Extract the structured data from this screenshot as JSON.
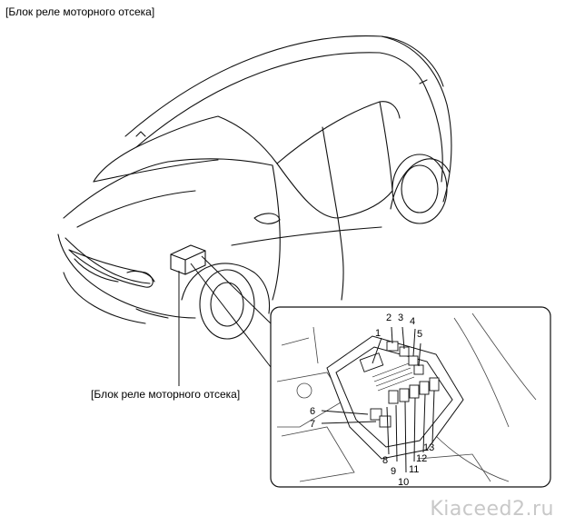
{
  "header": {
    "title": "[Блок реле моторного отсека]"
  },
  "callout": {
    "label": "[Блок реле моторного отсека]"
  },
  "relay_numbers": [
    "1",
    "2",
    "3",
    "4",
    "5",
    "6",
    "7",
    "8",
    "9",
    "10",
    "11",
    "12",
    "13"
  ],
  "watermark": {
    "text": "Kiaceed2.ru"
  }
}
